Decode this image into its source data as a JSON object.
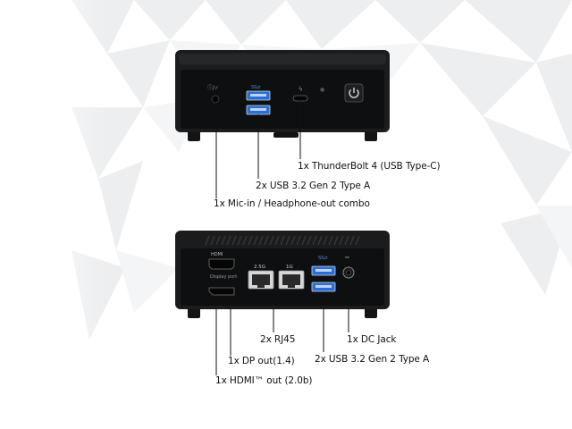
{
  "colors": {
    "device_body": "#1b1c1e",
    "device_face": "#0e0f10",
    "usb_blue": "#2b6fd6",
    "callout_line": "#111111"
  },
  "front": {
    "port_marks": {
      "audio": "ⓘ/✓",
      "usb": "SS⇄",
      "thunderbolt": "ϟ",
      "led": "●"
    },
    "labels": {
      "thunderbolt": "1x ThunderBolt 4 (USB Type-C)",
      "usb": "2x USB 3.2 Gen 2 Type A",
      "audio": "1x Mic-in / Headphone-out combo"
    }
  },
  "back": {
    "port_marks": {
      "hdmi": "HDMI",
      "displayport": "Display port",
      "lan1": "2.5G",
      "lan2": "1G",
      "usb": "SS⇄",
      "dc": "⎓"
    },
    "labels": {
      "rj45": "2x RJ45",
      "dc": "1x DC Jack",
      "usb": "2x USB 3.2 Gen 2 Type A",
      "dp": "1x DP out(1.4)",
      "hdmi": "1x HDMI™ out (2.0b)"
    }
  },
  "icons": [
    "power-button-icon",
    "thunderbolt-icon",
    "usb-icon",
    "ethernet-icon",
    "dc-jack-icon"
  ]
}
